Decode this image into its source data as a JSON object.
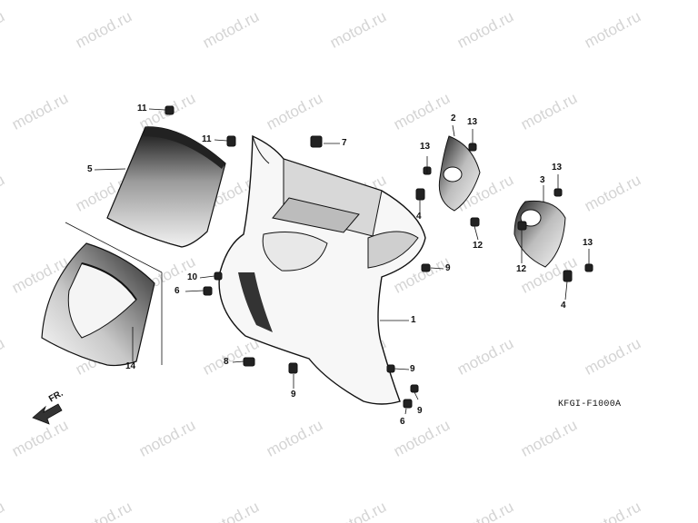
{
  "watermark": "motod.ru",
  "diagram_code": "KFGI-F1000A",
  "direction_label": "FR.",
  "callouts": [
    {
      "id": "c1",
      "label": "1"
    },
    {
      "id": "c2",
      "label": "2"
    },
    {
      "id": "c3",
      "label": "3"
    },
    {
      "id": "c4a",
      "label": "4"
    },
    {
      "id": "c4b",
      "label": "4"
    },
    {
      "id": "c5",
      "label": "5"
    },
    {
      "id": "c6a",
      "label": "6"
    },
    {
      "id": "c6b",
      "label": "6"
    },
    {
      "id": "c7",
      "label": "7"
    },
    {
      "id": "c8",
      "label": "8"
    },
    {
      "id": "c9a",
      "label": "9"
    },
    {
      "id": "c9b",
      "label": "9"
    },
    {
      "id": "c9c",
      "label": "9"
    },
    {
      "id": "c9d",
      "label": "9"
    },
    {
      "id": "c10",
      "label": "10"
    },
    {
      "id": "c11a",
      "label": "11"
    },
    {
      "id": "c11b",
      "label": "11"
    },
    {
      "id": "c12a",
      "label": "12"
    },
    {
      "id": "c12b",
      "label": "12"
    },
    {
      "id": "c13a",
      "label": "13"
    },
    {
      "id": "c13b",
      "label": "13"
    },
    {
      "id": "c13c",
      "label": "13"
    },
    {
      "id": "c13d",
      "label": "13"
    },
    {
      "id": "c14",
      "label": "14"
    }
  ]
}
